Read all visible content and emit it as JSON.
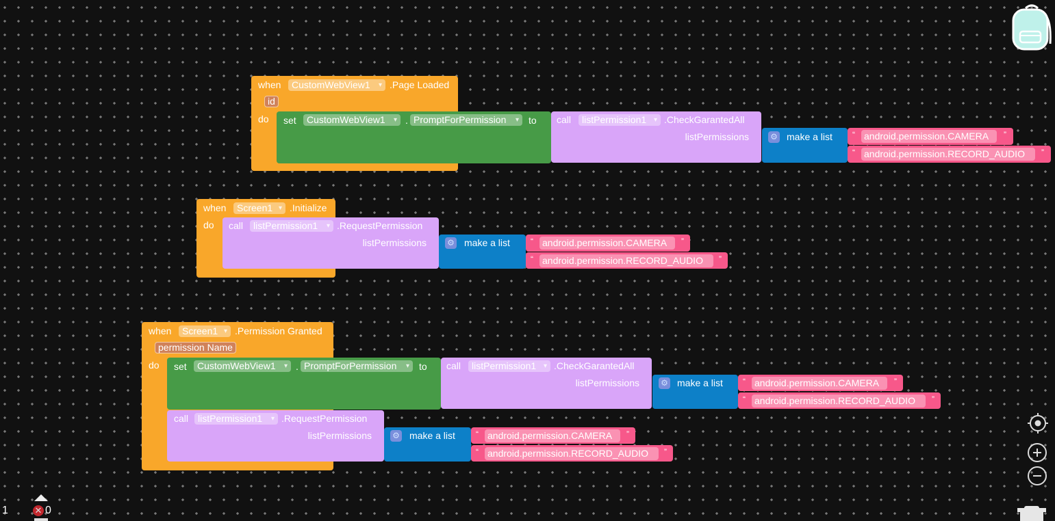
{
  "colors": {
    "event": "#F9A72A",
    "setter": "#479B47",
    "method": "#D9A5F9",
    "list": "#0D80C8",
    "text": "#F7588A",
    "workspace": "#111111"
  },
  "blocks": [
    {
      "when": "when",
      "component": "CustomWebView1",
      "event": ".Page Loaded",
      "params": [
        "id"
      ],
      "do": "do",
      "set": {
        "keyword": "set",
        "component": "CustomWebView1",
        "dot": ".",
        "property": "PromptForPermission",
        "to": "to"
      },
      "call": {
        "keyword": "call",
        "component": "listPermission1",
        "method": ".CheckGarantedAll",
        "arg": "listPermissions"
      },
      "list": {
        "label": "make a list",
        "items": [
          "android.permission.CAMERA",
          "android.permission.RECORD_AUDIO"
        ]
      }
    },
    {
      "when": "when",
      "component": "Screen1",
      "event": ".Initialize",
      "do": "do",
      "call": {
        "keyword": "call",
        "component": "listPermission1",
        "method": ".RequestPermission",
        "arg": "listPermissions"
      },
      "list": {
        "label": "make a list",
        "items": [
          "android.permission.CAMERA",
          "android.permission.RECORD_AUDIO"
        ]
      }
    },
    {
      "when": "when",
      "component": "Screen1",
      "event": ".Permission Granted",
      "params": [
        "permission Name"
      ],
      "do": "do",
      "set": {
        "keyword": "set",
        "component": "CustomWebView1",
        "dot": ".",
        "property": "PromptForPermission",
        "to": "to"
      },
      "call": {
        "keyword": "call",
        "component": "listPermission1",
        "method": ".CheckGarantedAll",
        "arg": "listPermissions"
      },
      "list": {
        "label": "make a list",
        "items": [
          "android.permission.CAMERA",
          "android.permission.RECORD_AUDIO"
        ]
      },
      "call2": {
        "keyword": "call",
        "component": "listPermission1",
        "method": ".RequestPermission",
        "arg": "listPermissions"
      },
      "list2": {
        "label": "make a list",
        "items": [
          "android.permission.CAMERA",
          "android.permission.RECORD_AUDIO"
        ]
      }
    }
  ],
  "status": {
    "warnings": "1",
    "errors": "0"
  },
  "quote_open": "“",
  "quote_close": "”",
  "icons": [
    "backpack-icon",
    "recenter-icon",
    "zoom-in-icon",
    "zoom-out-icon",
    "trash-icon",
    "warning-toggle-icon",
    "error-icon",
    "gear-icon"
  ]
}
